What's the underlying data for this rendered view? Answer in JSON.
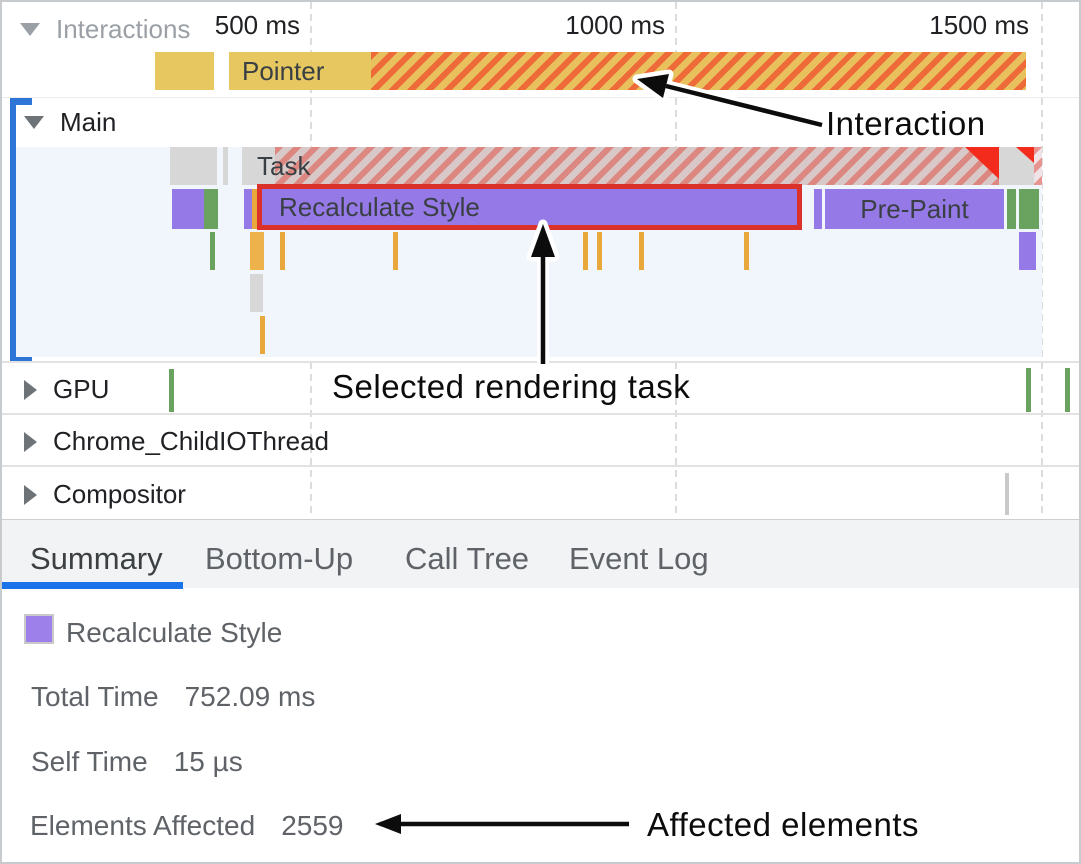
{
  "ruler": {
    "ticks": [
      "500 ms",
      "1000 ms",
      "1500 ms"
    ]
  },
  "tracks": {
    "interactions": {
      "label": "Interactions",
      "pointer": "Pointer"
    },
    "main": {
      "label": "Main",
      "task": "Task",
      "selected": "Recalculate Style",
      "prepaint": "Pre-Paint"
    },
    "gpu": {
      "label": "GPU"
    },
    "childio": {
      "label": "Chrome_ChildIOThread"
    },
    "compositor": {
      "label": "Compositor"
    }
  },
  "annotations": {
    "interaction": "Interaction",
    "selected_task": "Selected rendering task",
    "affected": "Affected elements"
  },
  "tabs": [
    {
      "label": "Summary",
      "active": true
    },
    {
      "label": "Bottom-Up",
      "active": false
    },
    {
      "label": "Call Tree",
      "active": false
    },
    {
      "label": "Event Log",
      "active": false
    }
  ],
  "summary": {
    "title": "Recalculate Style",
    "rows": [
      {
        "label": "Total Time",
        "value": "752.09 ms"
      },
      {
        "label": "Self Time",
        "value": "15 µs"
      },
      {
        "label": "Elements Affected",
        "value": "2559"
      }
    ]
  },
  "colors": {
    "selection_border": "#da322a",
    "style_purple": "#9579e6",
    "interaction_yellow": "#e7c860",
    "long_task_red": "#e0463a",
    "paint_green": "#6aa360",
    "marker_orange": "#e9a83c",
    "accent_blue": "#1a73e8",
    "track_highlight": "#2e75d8"
  }
}
